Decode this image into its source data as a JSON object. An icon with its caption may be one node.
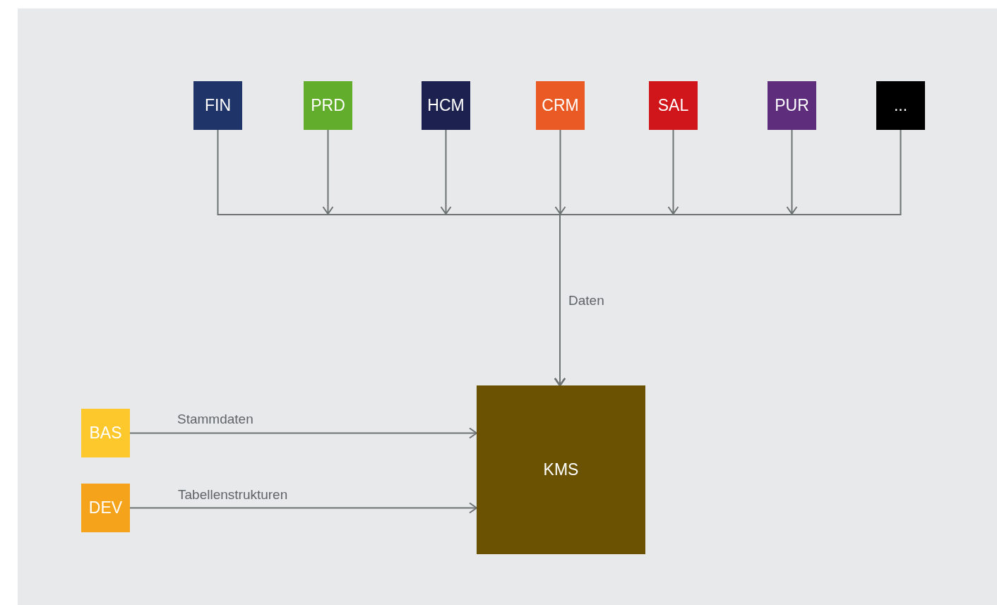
{
  "diagram": {
    "nodes": [
      {
        "text": [
          "FIN"
        ]
      },
      {
        "text": [
          "PRD"
        ]
      },
      {
        "text": [
          "HCM"
        ]
      },
      {
        "text": [
          "CRM"
        ]
      },
      {
        "text": [
          "SAL"
        ]
      },
      {
        "text": [
          "PUR"
        ]
      },
      {
        "text": [
          "..."
        ]
      },
      {
        "text": [
          "KMS"
        ]
      },
      {
        "text": [
          "BAS"
        ]
      },
      {
        "text": [
          "DEV"
        ]
      }
    ],
    "edges": [
      {
        "from": 0,
        "to": 7,
        "arrow": "to"
      },
      {
        "from": 1,
        "to": 7,
        "arrow": "to"
      },
      {
        "from": 2,
        "to": 7,
        "arrow": "to"
      },
      {
        "from": 3,
        "to": 7,
        "arrow": "to",
        "label": "Daten"
      },
      {
        "from": 4,
        "to": 7,
        "arrow": "to"
      },
      {
        "from": 5,
        "to": 7,
        "arrow": "to"
      },
      {
        "from": 6,
        "to": 7,
        "arrow": "to"
      },
      {
        "from": 8,
        "to": 7,
        "arrow": "to",
        "label": "Stammdaten"
      },
      {
        "from": 9,
        "to": 7,
        "arrow": "to",
        "label": "Tabellenstrukturen"
      }
    ]
  }
}
